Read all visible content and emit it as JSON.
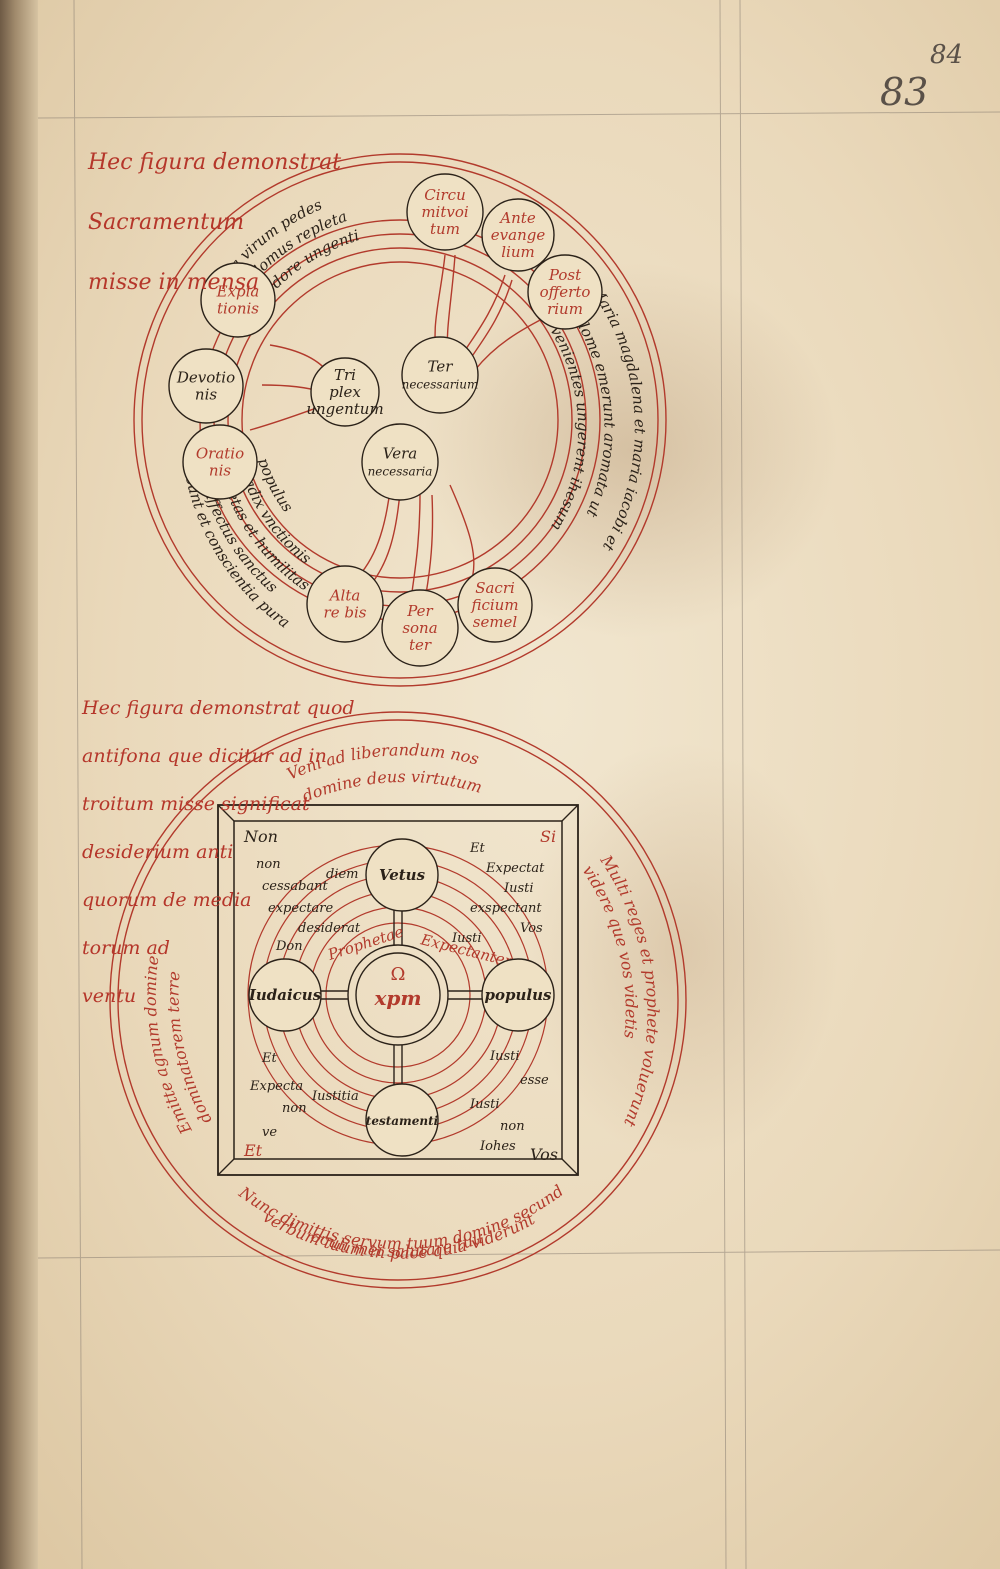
{
  "folio": {
    "old": "83",
    "new": "84"
  },
  "figure1": {
    "caption_lines": [
      "Hec figura demonstrat",
      "Sacramentum",
      "misse in mensa"
    ],
    "outer_text_left": [
      "Maria virum pedes",
      "ihu et domus repleta",
      "est ex odore ungenti"
    ],
    "outer_text_right": [
      "Maria magdalena et maria iacobi et",
      "Salome emerunt aromata ut",
      "venientes ungerent ihesum"
    ],
    "outer_text_lower": [
      "populus",
      "Radix vnctionis",
      "pietas et humilitas",
      "Affectus sanctus",
      "sunt et conscientia pura"
    ],
    "nodes": [
      {
        "id": "n1",
        "lines": [
          "Circu",
          "mitvoi",
          "tum"
        ],
        "color": "red"
      },
      {
        "id": "n2",
        "lines": [
          "Ante",
          "evange",
          "lium"
        ],
        "color": "red"
      },
      {
        "id": "n3",
        "lines": [
          "Post",
          "offerto",
          "rium"
        ],
        "color": "red"
      },
      {
        "id": "n4",
        "lines": [
          "Expia",
          "tionis"
        ],
        "color": "red"
      },
      {
        "id": "n5",
        "lines": [
          "Devotio",
          "nis"
        ],
        "color": "ink"
      },
      {
        "id": "n6",
        "lines": [
          "Oratio",
          "nis"
        ],
        "color": "red"
      },
      {
        "id": "n7",
        "lines": [
          "Tri",
          "plex",
          "ungentum"
        ],
        "color": "ink"
      },
      {
        "id": "n8",
        "lines": [
          "Ter",
          "necessarium"
        ],
        "color": "ink"
      },
      {
        "id": "n9",
        "lines": [
          "Vera",
          "necessaria"
        ],
        "color": "ink"
      },
      {
        "id": "n10",
        "lines": [
          "Alta",
          "re bis"
        ],
        "color": "red"
      },
      {
        "id": "n11",
        "lines": [
          "Per",
          "sona",
          "ter"
        ],
        "color": "red"
      },
      {
        "id": "n12",
        "lines": [
          "Sacri",
          "ficium",
          "semel"
        ],
        "color": "red"
      }
    ]
  },
  "figure2": {
    "caption_lines": [
      "Hec figura demonstrat quod",
      "antifona que dicitur ad in",
      "troitum misse significat",
      "desiderium anti",
      "quorum de media",
      "torum ad",
      "ventu"
    ],
    "top_text": [
      "Veni ad liberandum nos",
      "domine deus virtutum"
    ],
    "bottom_text": [
      "Nunc dimittis servum tuum domine secundum",
      "verbum tuum in pace quia viderunt",
      "oculi mei salutare tuum"
    ],
    "left_text": [
      "Emitte agnum domine",
      "dominatorem terre"
    ],
    "right_text": [
      "Multi reges et prophete voluerunt",
      "videre que vos videtis"
    ],
    "center": {
      "mark": "Ω",
      "label": "xpm"
    },
    "center_labels": [
      "Prophetae",
      "Expectantem"
    ],
    "nodes": [
      {
        "id": "t",
        "label": "Vetus"
      },
      {
        "id": "l",
        "label": "Iudaicus"
      },
      {
        "id": "r",
        "label": "populus"
      },
      {
        "id": "b",
        "label": "testamenti"
      }
    ],
    "corner_marks": [
      "Non",
      "Si",
      "Et",
      "Vos"
    ],
    "inner_text_tl": [
      "non",
      "cessabant",
      "expectare",
      "diem",
      "desiderat",
      "Don"
    ],
    "inner_text_tr": [
      "Et",
      "Expectat",
      "Iusti",
      "exspectant",
      "Vos",
      "Iusti"
    ],
    "inner_text_bl": [
      "Et",
      "Expecta",
      "non",
      "ve",
      "Iustitia"
    ],
    "inner_text_br": [
      "Iusti",
      "esse",
      "Iusti",
      "non",
      "Iohes"
    ]
  },
  "colors": {
    "red_ink": "#b23a2c",
    "black_ink": "#2b2219",
    "parchment": "#ecdcbf"
  }
}
